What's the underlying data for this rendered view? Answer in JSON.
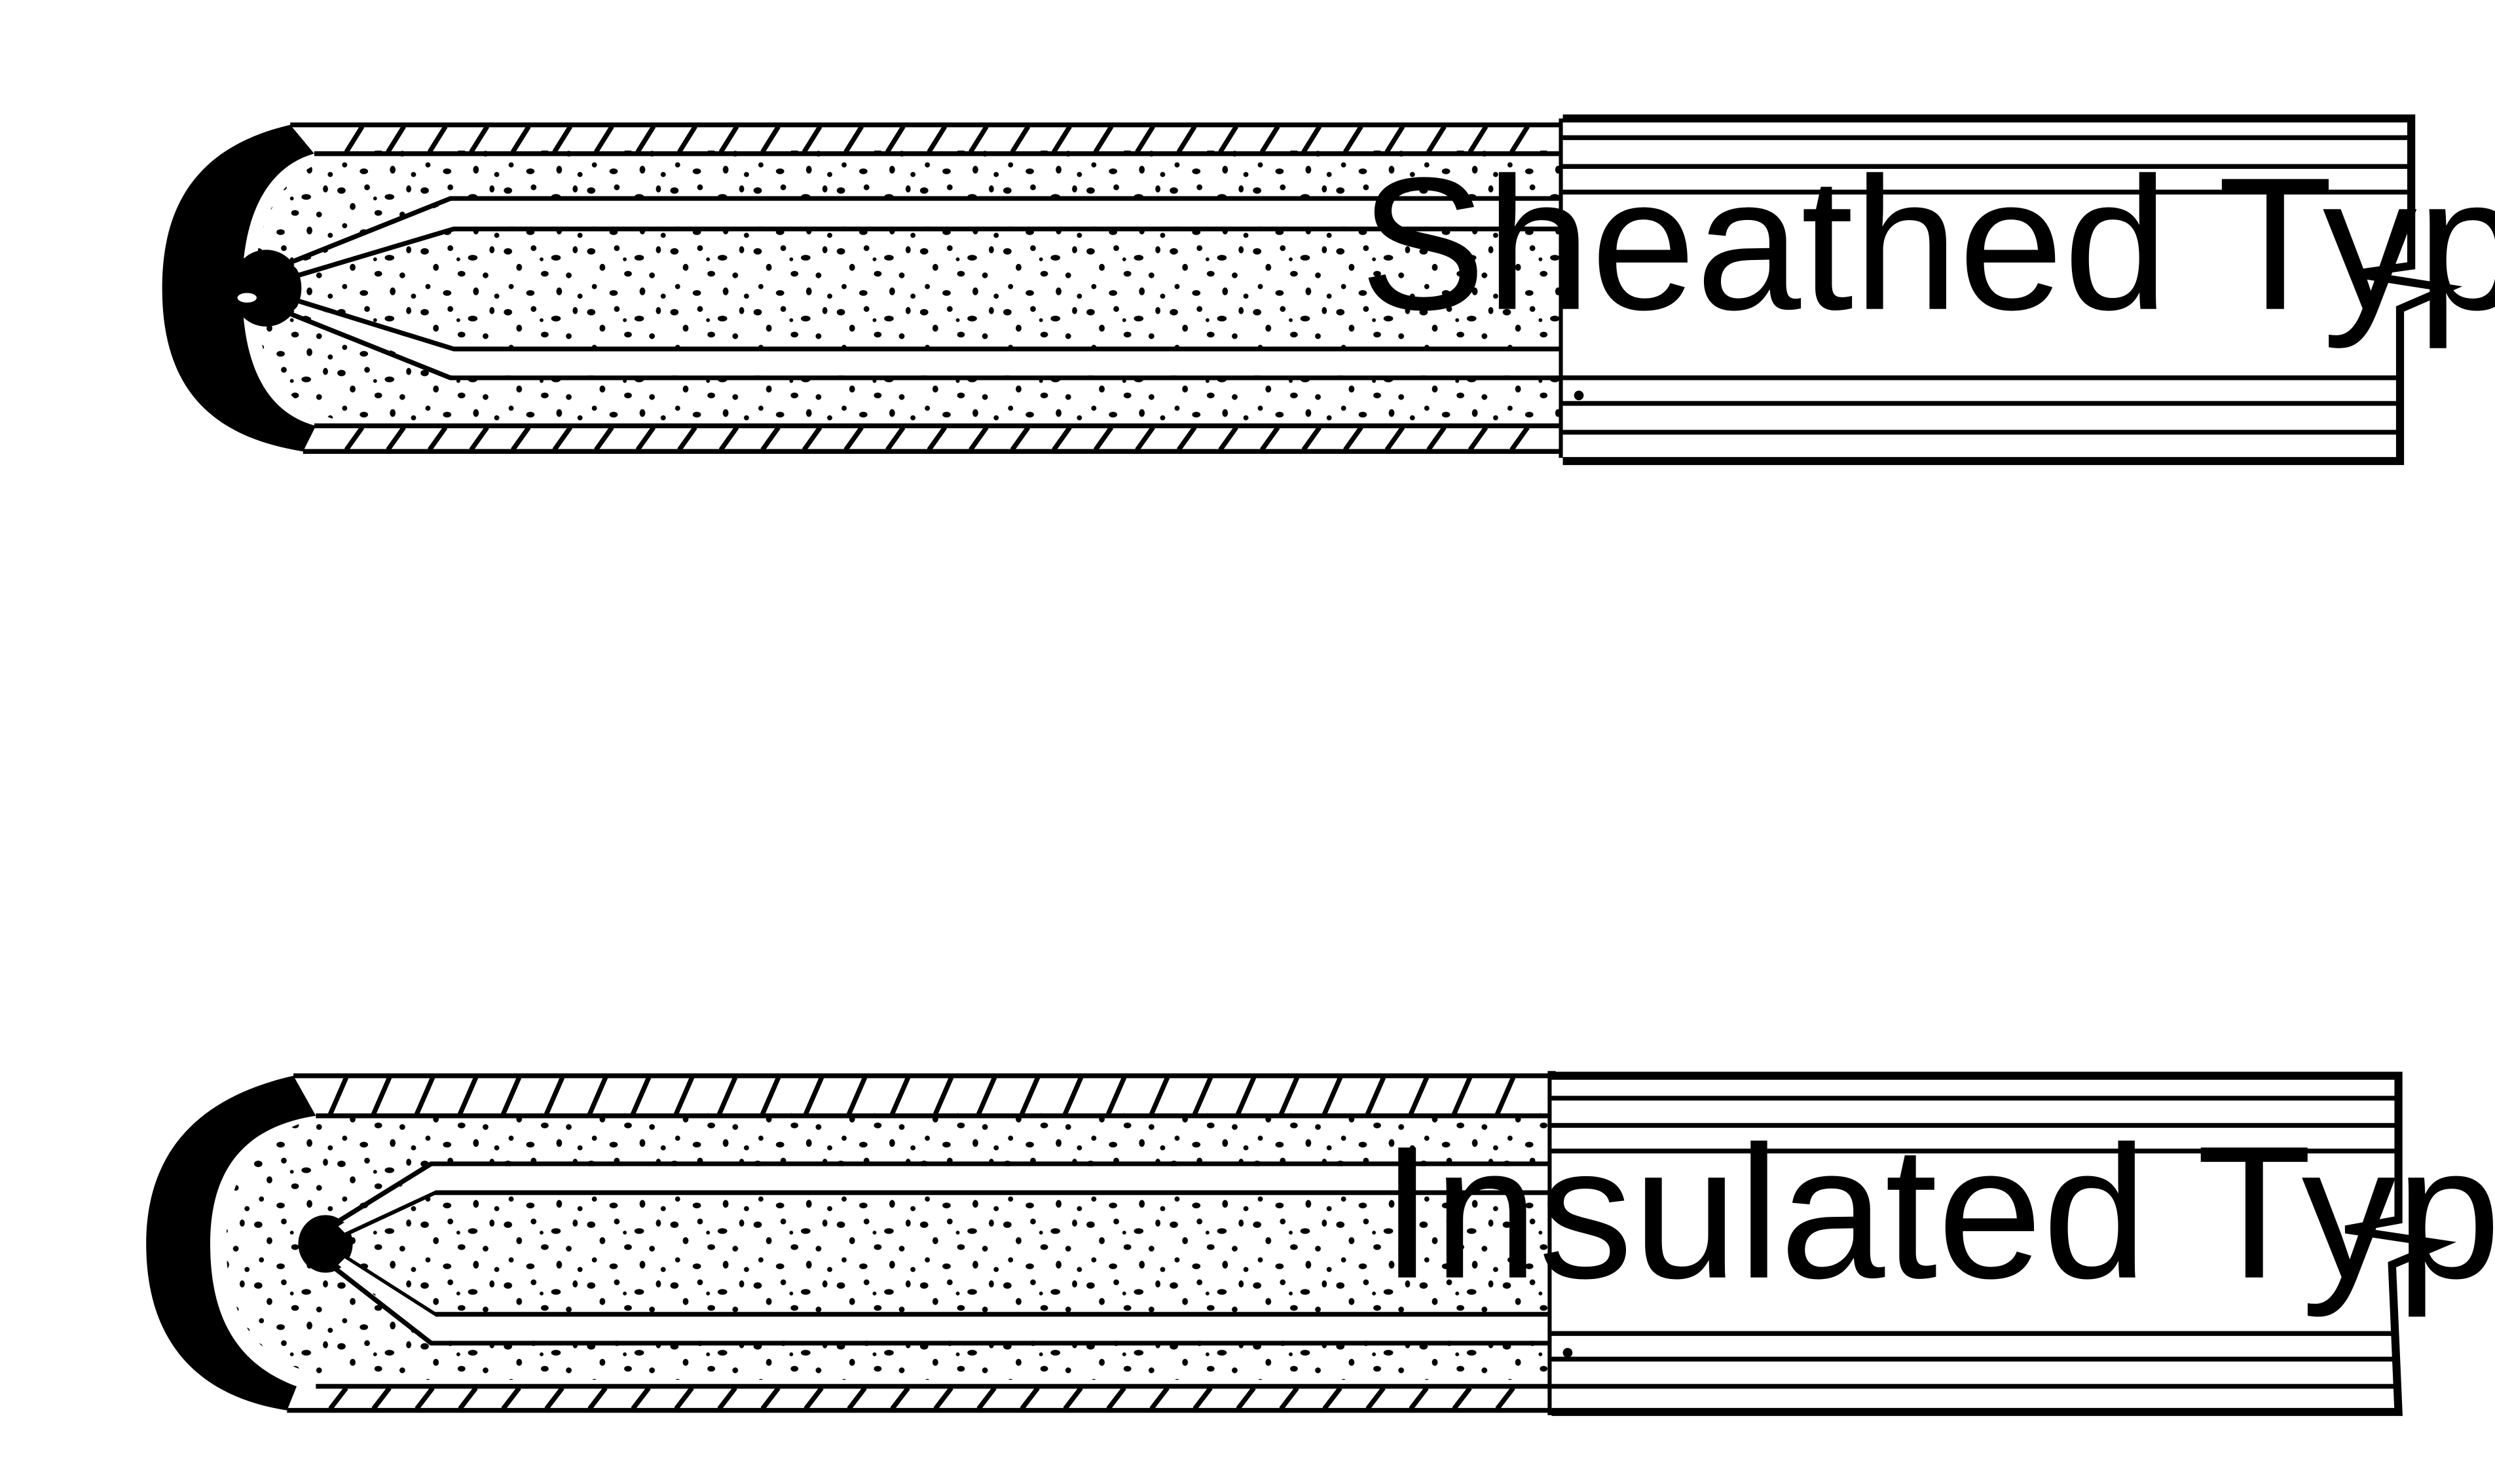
{
  "probes": [
    {
      "id": "sheathed",
      "label": "Sheathed Type",
      "junction": "grounded"
    },
    {
      "id": "insulated",
      "label": "Insulated Type",
      "junction": "insulated"
    }
  ],
  "colors": {
    "ink": "#000000",
    "background": "#ffffff"
  }
}
